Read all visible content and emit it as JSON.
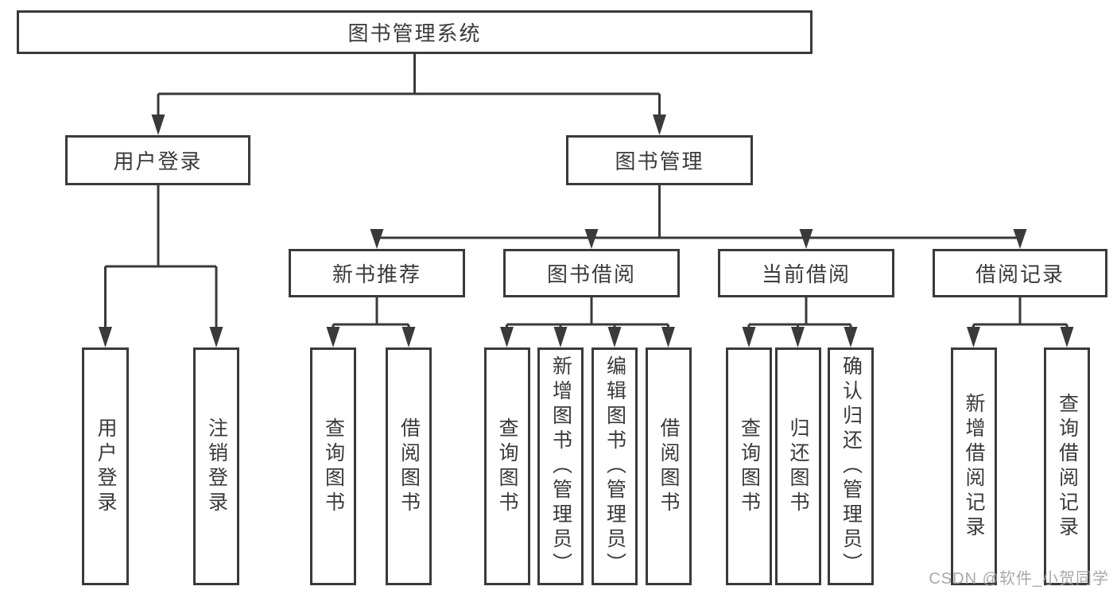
{
  "theme": {
    "line": "#3a3a3a",
    "text": "#3a3a3a",
    "bg": "#ffffff",
    "wm": "#a0a0a0"
  },
  "watermark": {
    "text": "CSDN @软件_小贺同学"
  },
  "tree": {
    "label": "图书管理系统",
    "children": [
      {
        "label": "用户登录",
        "children": [
          {
            "label": "用户登录"
          },
          {
            "label": "注销登录"
          }
        ]
      },
      {
        "label": "图书管理",
        "children": [
          {
            "label": "新书推荐",
            "children": [
              {
                "label": "查询图书"
              },
              {
                "label": "借阅图书"
              }
            ]
          },
          {
            "label": "图书借阅",
            "children": [
              {
                "label": "查询图书"
              },
              {
                "label": "新增图书（管理员）"
              },
              {
                "label": "编辑图书（管理员）"
              },
              {
                "label": "借阅图书"
              }
            ]
          },
          {
            "label": "当前借阅",
            "children": [
              {
                "label": "查询图书"
              },
              {
                "label": "归还图书"
              },
              {
                "label": "确认归还（管理员）"
              }
            ]
          },
          {
            "label": "借阅记录",
            "children": [
              {
                "label": "新增借阅记录"
              },
              {
                "label": "查询借阅记录"
              }
            ]
          }
        ]
      }
    ]
  }
}
